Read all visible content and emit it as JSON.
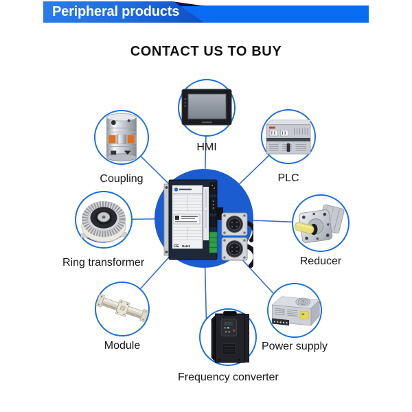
{
  "header": {
    "ribbon_label": "Peripheral products"
  },
  "title": "CONTACT US TO BUY",
  "colors": {
    "banner_bar_blue": "#0a6cf2",
    "ribbon_blue": "#1f6ade",
    "fold_navy": "#0a1538",
    "circle_border_blue": "#1b6fdb",
    "connector_line_blue": "#2f6ecf",
    "hub_fill_blue": "#1b5cd0"
  },
  "hub": {
    "name": "servo drive with motor connectors",
    "icon": "servo-drive-icon",
    "badges": [
      "CE",
      "RoHS"
    ]
  },
  "products": [
    {
      "label": "HMI",
      "icon": "hmi-touch-panel-icon",
      "position": "top"
    },
    {
      "label": "Coupling",
      "icon": "shaft-coupling-icon",
      "position": "upper-left"
    },
    {
      "label": "PLC",
      "icon": "plc-controller-icon",
      "position": "upper-right"
    },
    {
      "label": "Ring transformer",
      "icon": "toroidal-transformer-icon",
      "position": "left"
    },
    {
      "label": "Reducer",
      "icon": "planetary-reducer-icon",
      "position": "right"
    },
    {
      "label": "Module",
      "icon": "linear-module-icon",
      "position": "lower-left"
    },
    {
      "label": "Power supply",
      "icon": "switching-power-supply-icon",
      "position": "lower-right"
    },
    {
      "label": "Frequency converter",
      "icon": "frequency-converter-icon",
      "position": "bottom"
    }
  ]
}
